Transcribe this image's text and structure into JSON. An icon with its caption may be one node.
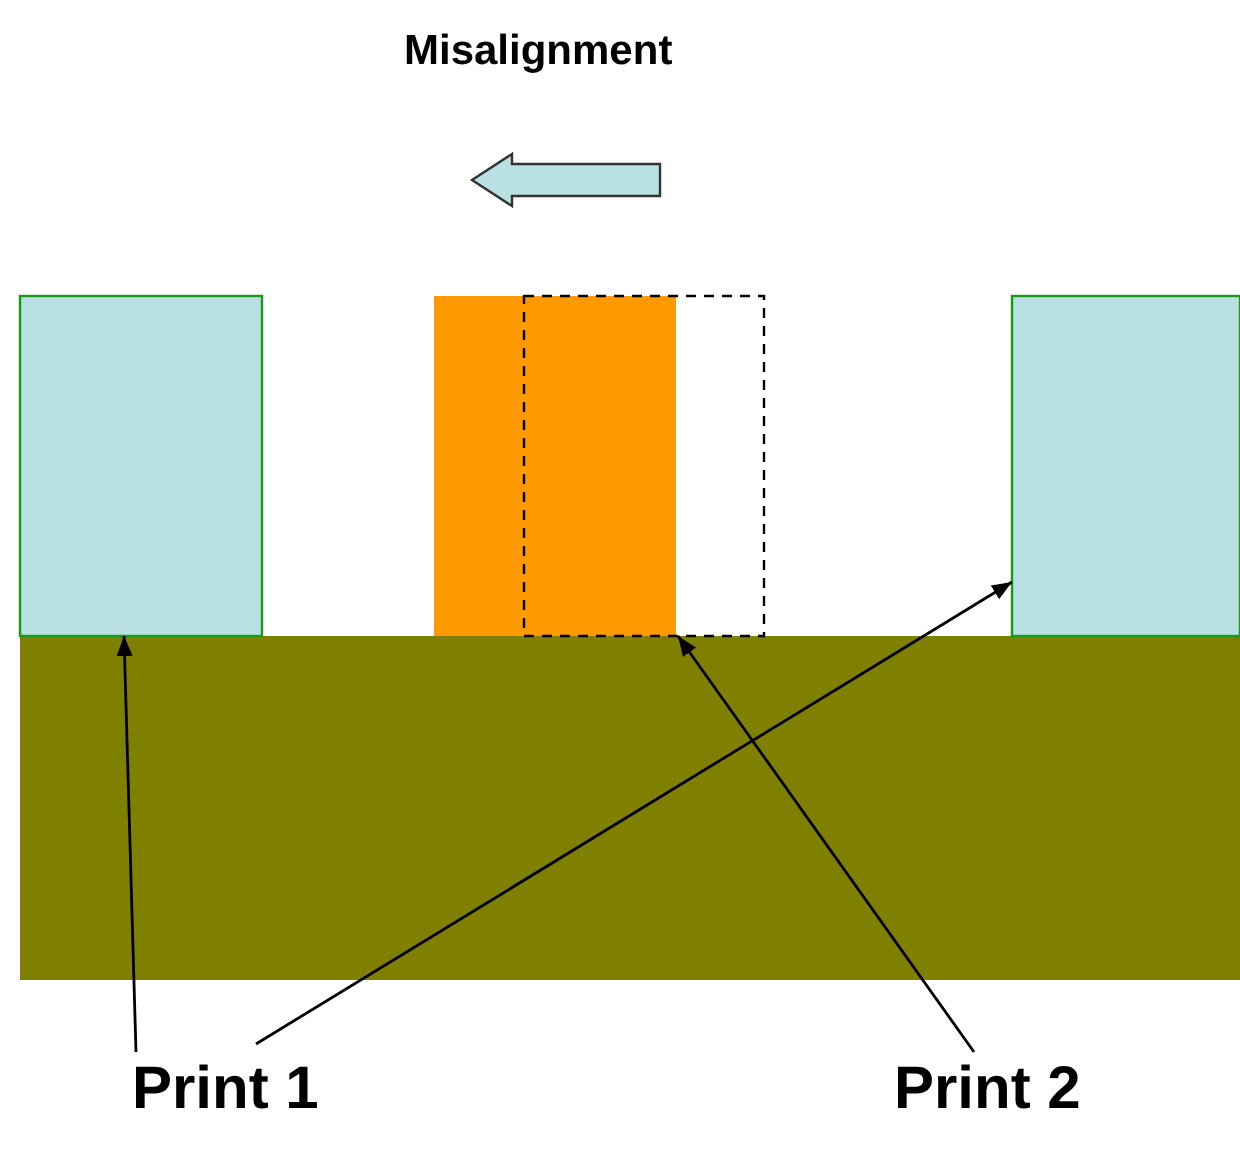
{
  "diagram": {
    "nodes": [
      {
        "text": [],
        "shape": "box"
      },
      {
        "text": [],
        "shape": "bar"
      },
      {
        "text": [],
        "shape": "outline"
      },
      {
        "text": [],
        "shape": "box"
      },
      {
        "text": [
          "Print 1"
        ]
      },
      {
        "text": [
          "Print 2"
        ]
      }
    ],
    "edges": [
      {
        "from": 4,
        "to": 0,
        "arrow": "to"
      },
      {
        "from": 4,
        "to": 3,
        "arrow": "to"
      },
      {
        "from": 5,
        "to": 1,
        "arrow": "to"
      }
    ],
    "labels": [
      "Misalignment"
    ]
  }
}
